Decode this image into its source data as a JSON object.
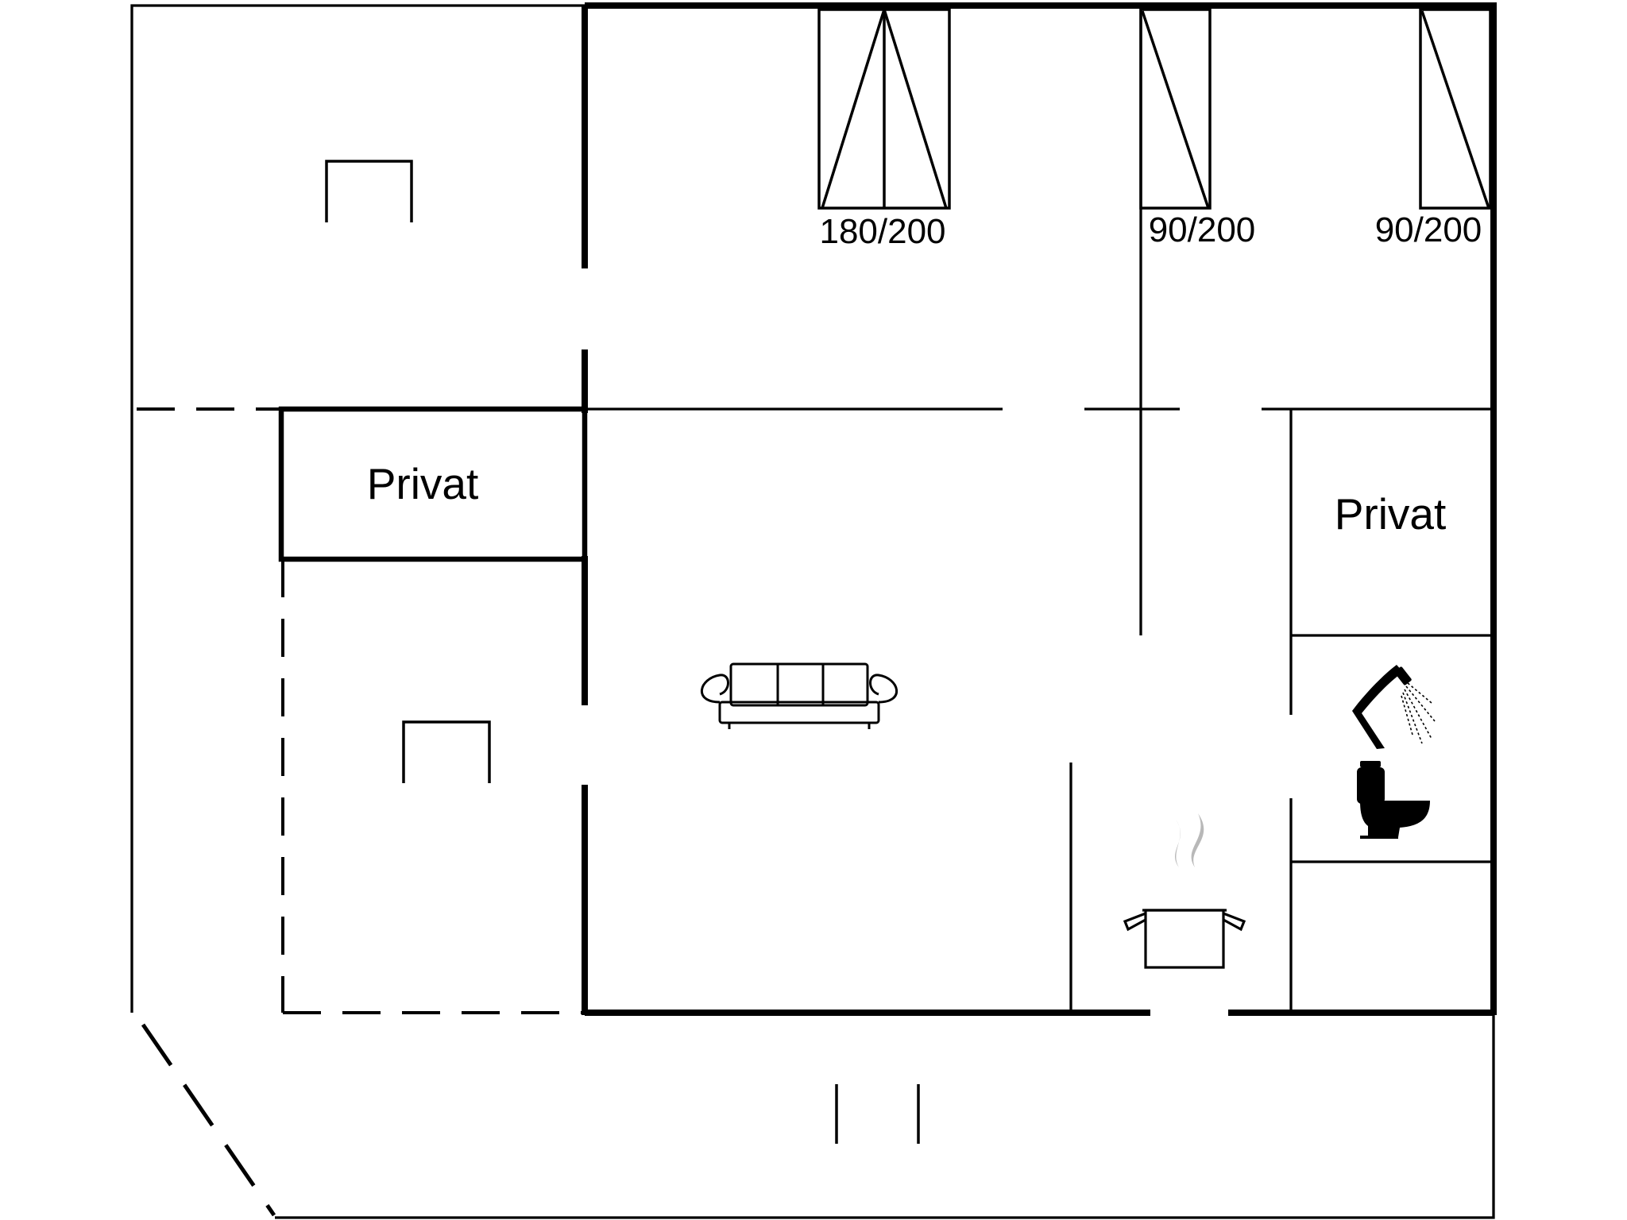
{
  "rooms": {
    "private_1": {
      "label": "Privat"
    },
    "private_2": {
      "label": "Privat"
    }
  },
  "beds": [
    {
      "label": "180/200"
    },
    {
      "label": "90/200"
    },
    {
      "label": "90/200"
    }
  ],
  "icons": {
    "sofa": "sofa-icon",
    "shower": "shower-icon",
    "toilet": "toilet-icon",
    "kitchen": "cooking-pot-icon"
  }
}
